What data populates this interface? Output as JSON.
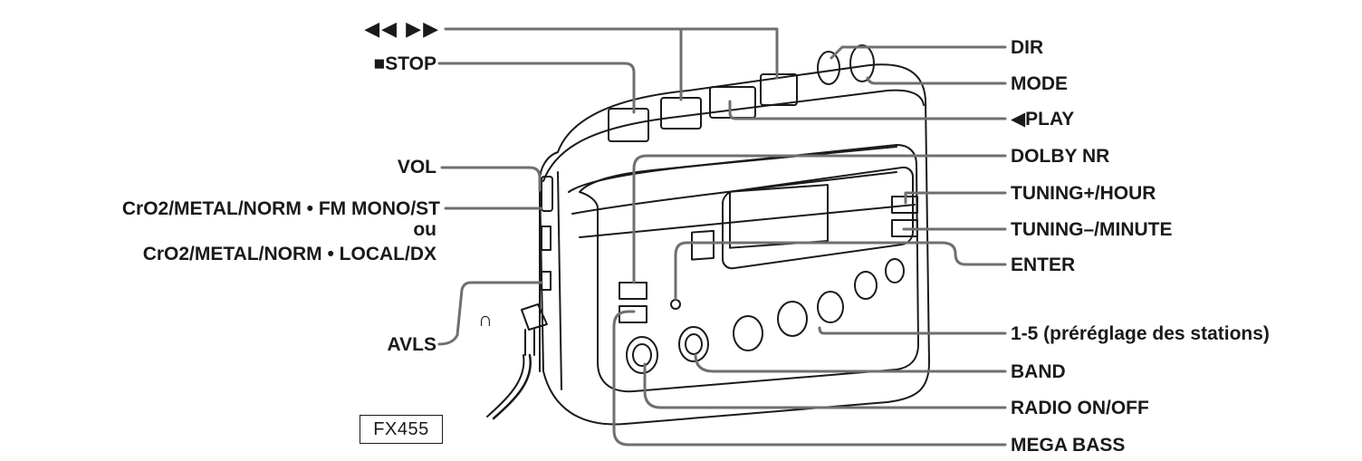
{
  "labels_left": {
    "rew_ff": "◀◀  ▶▶",
    "stop": "■STOP",
    "vol": "VOL",
    "tape_switch_1": "CrO2/METAL/NORM • FM MONO/ST",
    "ou": "ou",
    "tape_switch_2": "CrO2/METAL/NORM • LOCAL/DX",
    "avls": "AVLS"
  },
  "labels_right": {
    "dir": "DIR",
    "mode": "MODE",
    "play": "◀PLAY",
    "dolby": "DOLBY NR",
    "tuning_plus": "TUNING+/HOUR",
    "tuning_minus": "TUNING–/MINUTE",
    "enter": "ENTER",
    "presets": "1-5 (préréglage des stations)",
    "band": "BAND",
    "radio": "RADIO ON/OFF",
    "mega_bass": "MEGA BASS"
  },
  "model": "FX455",
  "headphone_symbol": "∩",
  "colors": {
    "line": "#6f6f6f",
    "device_stroke": "#1a1a1a",
    "text": "#1a1a1a"
  }
}
